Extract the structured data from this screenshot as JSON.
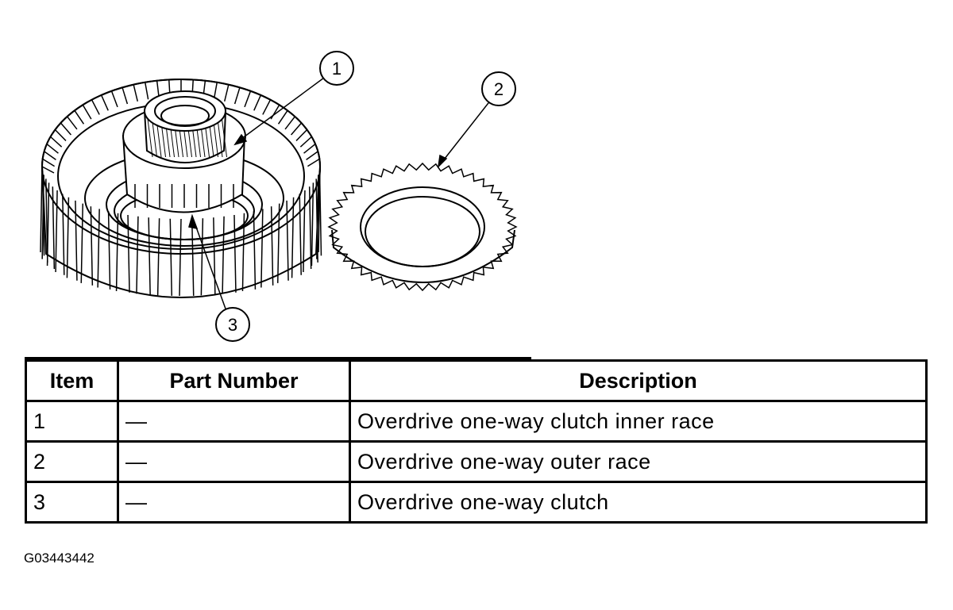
{
  "callouts": [
    "1",
    "2",
    "3"
  ],
  "table": {
    "headers": [
      "Item",
      "Part Number",
      "Description"
    ],
    "rows": [
      [
        "1",
        "—",
        "Overdrive one-way clutch inner race"
      ],
      [
        "2",
        "—",
        "Overdrive one-way outer race"
      ],
      [
        "3",
        "—",
        "Overdrive one-way clutch"
      ]
    ]
  },
  "figure_id": "G03443442"
}
